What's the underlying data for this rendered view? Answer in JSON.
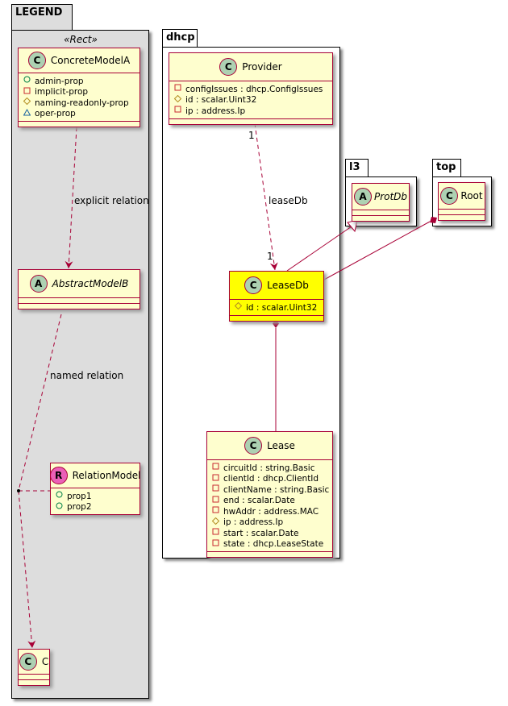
{
  "colors": {
    "class_fill": "#FEFECE",
    "class_border": "#A80036",
    "highlight": "#FFFF00",
    "legend_fill": "#DDDDDD",
    "edge": "#A80036"
  },
  "visibility_icons": {
    "+": "circle-public",
    "-": "square-private",
    "#": "diamond-protected",
    "~": "triangle-package"
  },
  "packages": {
    "legend": "LEGEND",
    "dhcp": "dhcp",
    "l3": "l3",
    "top": "top"
  },
  "legend": {
    "stereotype": "«Rect»",
    "concrete": {
      "icon": "C",
      "name": "ConcreteModelA",
      "attrs": [
        [
          "+",
          "admin-prop"
        ],
        [
          "-",
          "implicit-prop"
        ],
        [
          "#",
          "naming-readonly-prop"
        ],
        [
          "~",
          "oper-prop"
        ]
      ]
    },
    "abstract": {
      "icon": "A",
      "name": "AbstractModelB"
    },
    "relation_model": {
      "icon": "R",
      "name": "RelationModel",
      "attrs": [
        [
          "+",
          "prop1"
        ],
        [
          "+",
          "prop2"
        ]
      ]
    },
    "c": {
      "icon": "C",
      "name": "C"
    },
    "explicit_label": "explicit relation",
    "named_label": "named relation"
  },
  "dhcp": {
    "provider": {
      "icon": "C",
      "name": "Provider",
      "attrs": [
        [
          "-",
          "configIssues : dhcp.ConfigIssues"
        ],
        [
          "#",
          "id : scalar.Uint32"
        ],
        [
          "-",
          "ip : address.Ip"
        ]
      ]
    },
    "leasedb": {
      "icon": "C",
      "name": "LeaseDb",
      "attrs": [
        [
          "#",
          "id : scalar.Uint32"
        ]
      ]
    },
    "lease": {
      "icon": "C",
      "name": "Lease",
      "attrs": [
        [
          "-",
          "circuitId : string.Basic"
        ],
        [
          "-",
          "clientId : dhcp.ClientId"
        ],
        [
          "-",
          "clientName : string.Basic"
        ],
        [
          "-",
          "end : scalar.Date"
        ],
        [
          "-",
          "hwAddr : address.MAC"
        ],
        [
          "#",
          "ip : address.Ip"
        ],
        [
          "-",
          "start : scalar.Date"
        ],
        [
          "-",
          "state : dhcp.LeaseState"
        ]
      ]
    },
    "rel_label": "leaseDb",
    "mult_src": "1",
    "mult_dst": "1"
  },
  "l3": {
    "protdb": {
      "icon": "A",
      "name": "ProtDb"
    }
  },
  "top": {
    "root": {
      "icon": "C",
      "name": "Root"
    }
  }
}
